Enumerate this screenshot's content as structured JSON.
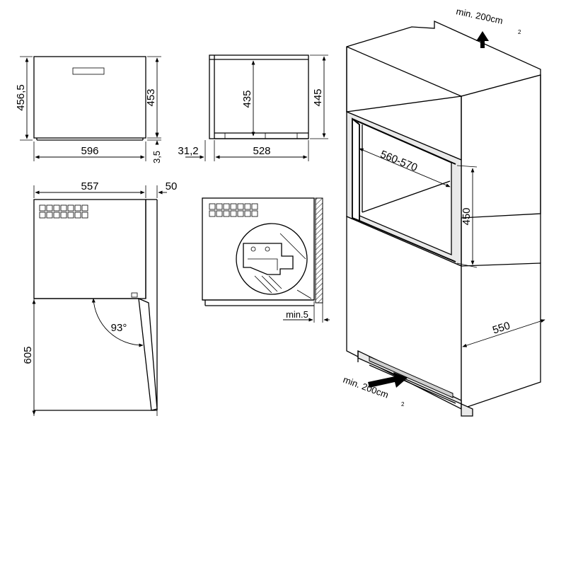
{
  "dimensions": {
    "front_width": "596",
    "front_height_left": "456,5",
    "front_height_right": "453",
    "gap_bottom": "3,5",
    "side_height_inner": "435",
    "side_height_outer": "445",
    "side_offset": "31,2",
    "side_depth": "528",
    "top_width": "557",
    "top_door": "50",
    "door_depth": "605",
    "door_angle": "93°",
    "min_gap": "min.5",
    "niche_width": "560-570",
    "niche_height": "450",
    "cabinet_depth": "550"
  },
  "ventilation": {
    "top_label": "min. 200cm",
    "top_sup": "2",
    "bottom_label": "min. 200cm",
    "bottom_sup": "2"
  }
}
